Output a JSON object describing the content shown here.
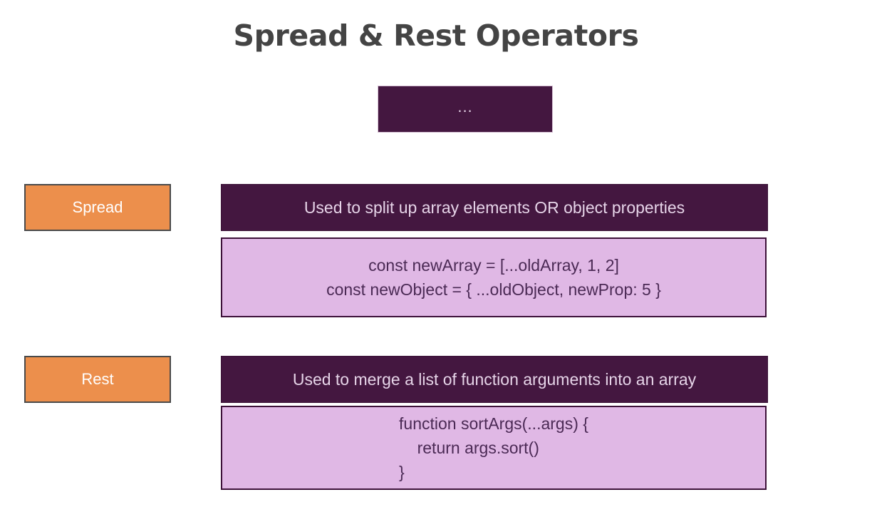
{
  "slide": {
    "title": "Spread & Rest Operators",
    "operator_token": {
      "symbol": "...",
      "name": "spread-rest-operator-token"
    },
    "sections": [
      {
        "id": "spread",
        "label": "Spread",
        "description": "Used to split up array elements OR object properties",
        "code_lines": [
          "const newArray = [...oldArray, 1, 2]",
          "const newObject = { ...oldObject, newProp: 5 }"
        ]
      },
      {
        "id": "rest",
        "label": "Rest",
        "description": "Used to merge a list of function arguments into an array",
        "code_lines": [
          "function sortArgs(...args) {",
          "    return args.sort()",
          "}"
        ]
      }
    ]
  },
  "colors": {
    "title_text": "#444444",
    "dark_purple": "#441740",
    "lavender": "#e0b8e5",
    "orange": "#ec8f4c",
    "light_text": "#e6d4e8",
    "code_text": "#4b2a55",
    "chip_border": "#4a4a4a",
    "background": "#ffffff"
  }
}
